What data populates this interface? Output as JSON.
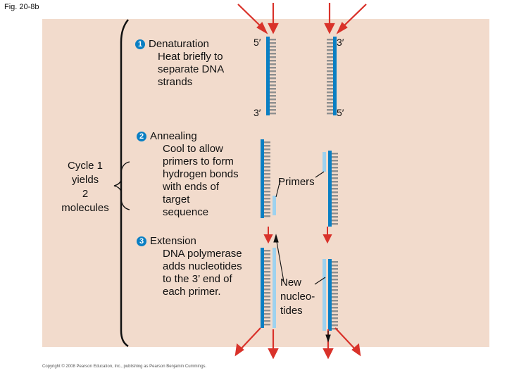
{
  "figure_label": "Fig. 20-8b",
  "copyright": "Copyright © 2008 Pearson Education, Inc., publishing as Pearson Benjamin Cummings.",
  "cycle_text": "Cycle 1\nyields\n2\nmolecules",
  "steps": [
    {
      "number": "1",
      "title": "Denaturation",
      "description": "Heat briefly to\nseparate DNA\nstrands"
    },
    {
      "number": "2",
      "title": "Annealing",
      "description": "Cool to allow\nprimers to form\nhydrogen bonds\nwith ends of\ntarget\nsequence"
    },
    {
      "number": "3",
      "title": "Extension",
      "description": "DNA polymerase\nadds nucleotides\nto the 3’ end of\neach primer."
    }
  ],
  "labels": {
    "primers": "Primers",
    "new_nucleotides": "New\nnucleo-\ntides",
    "left_top_end": "5′",
    "left_bottom_end": "3′",
    "right_top_end": "3′",
    "right_bottom_end": "5′"
  },
  "colors": {
    "panel": "#f2dbcc",
    "template_strand": "#0a7fc3",
    "new_strand": "#9ed2ef",
    "rung": "#8f8f8f",
    "arrow": "#d9322a",
    "step_badge": "#0a7fc3"
  }
}
